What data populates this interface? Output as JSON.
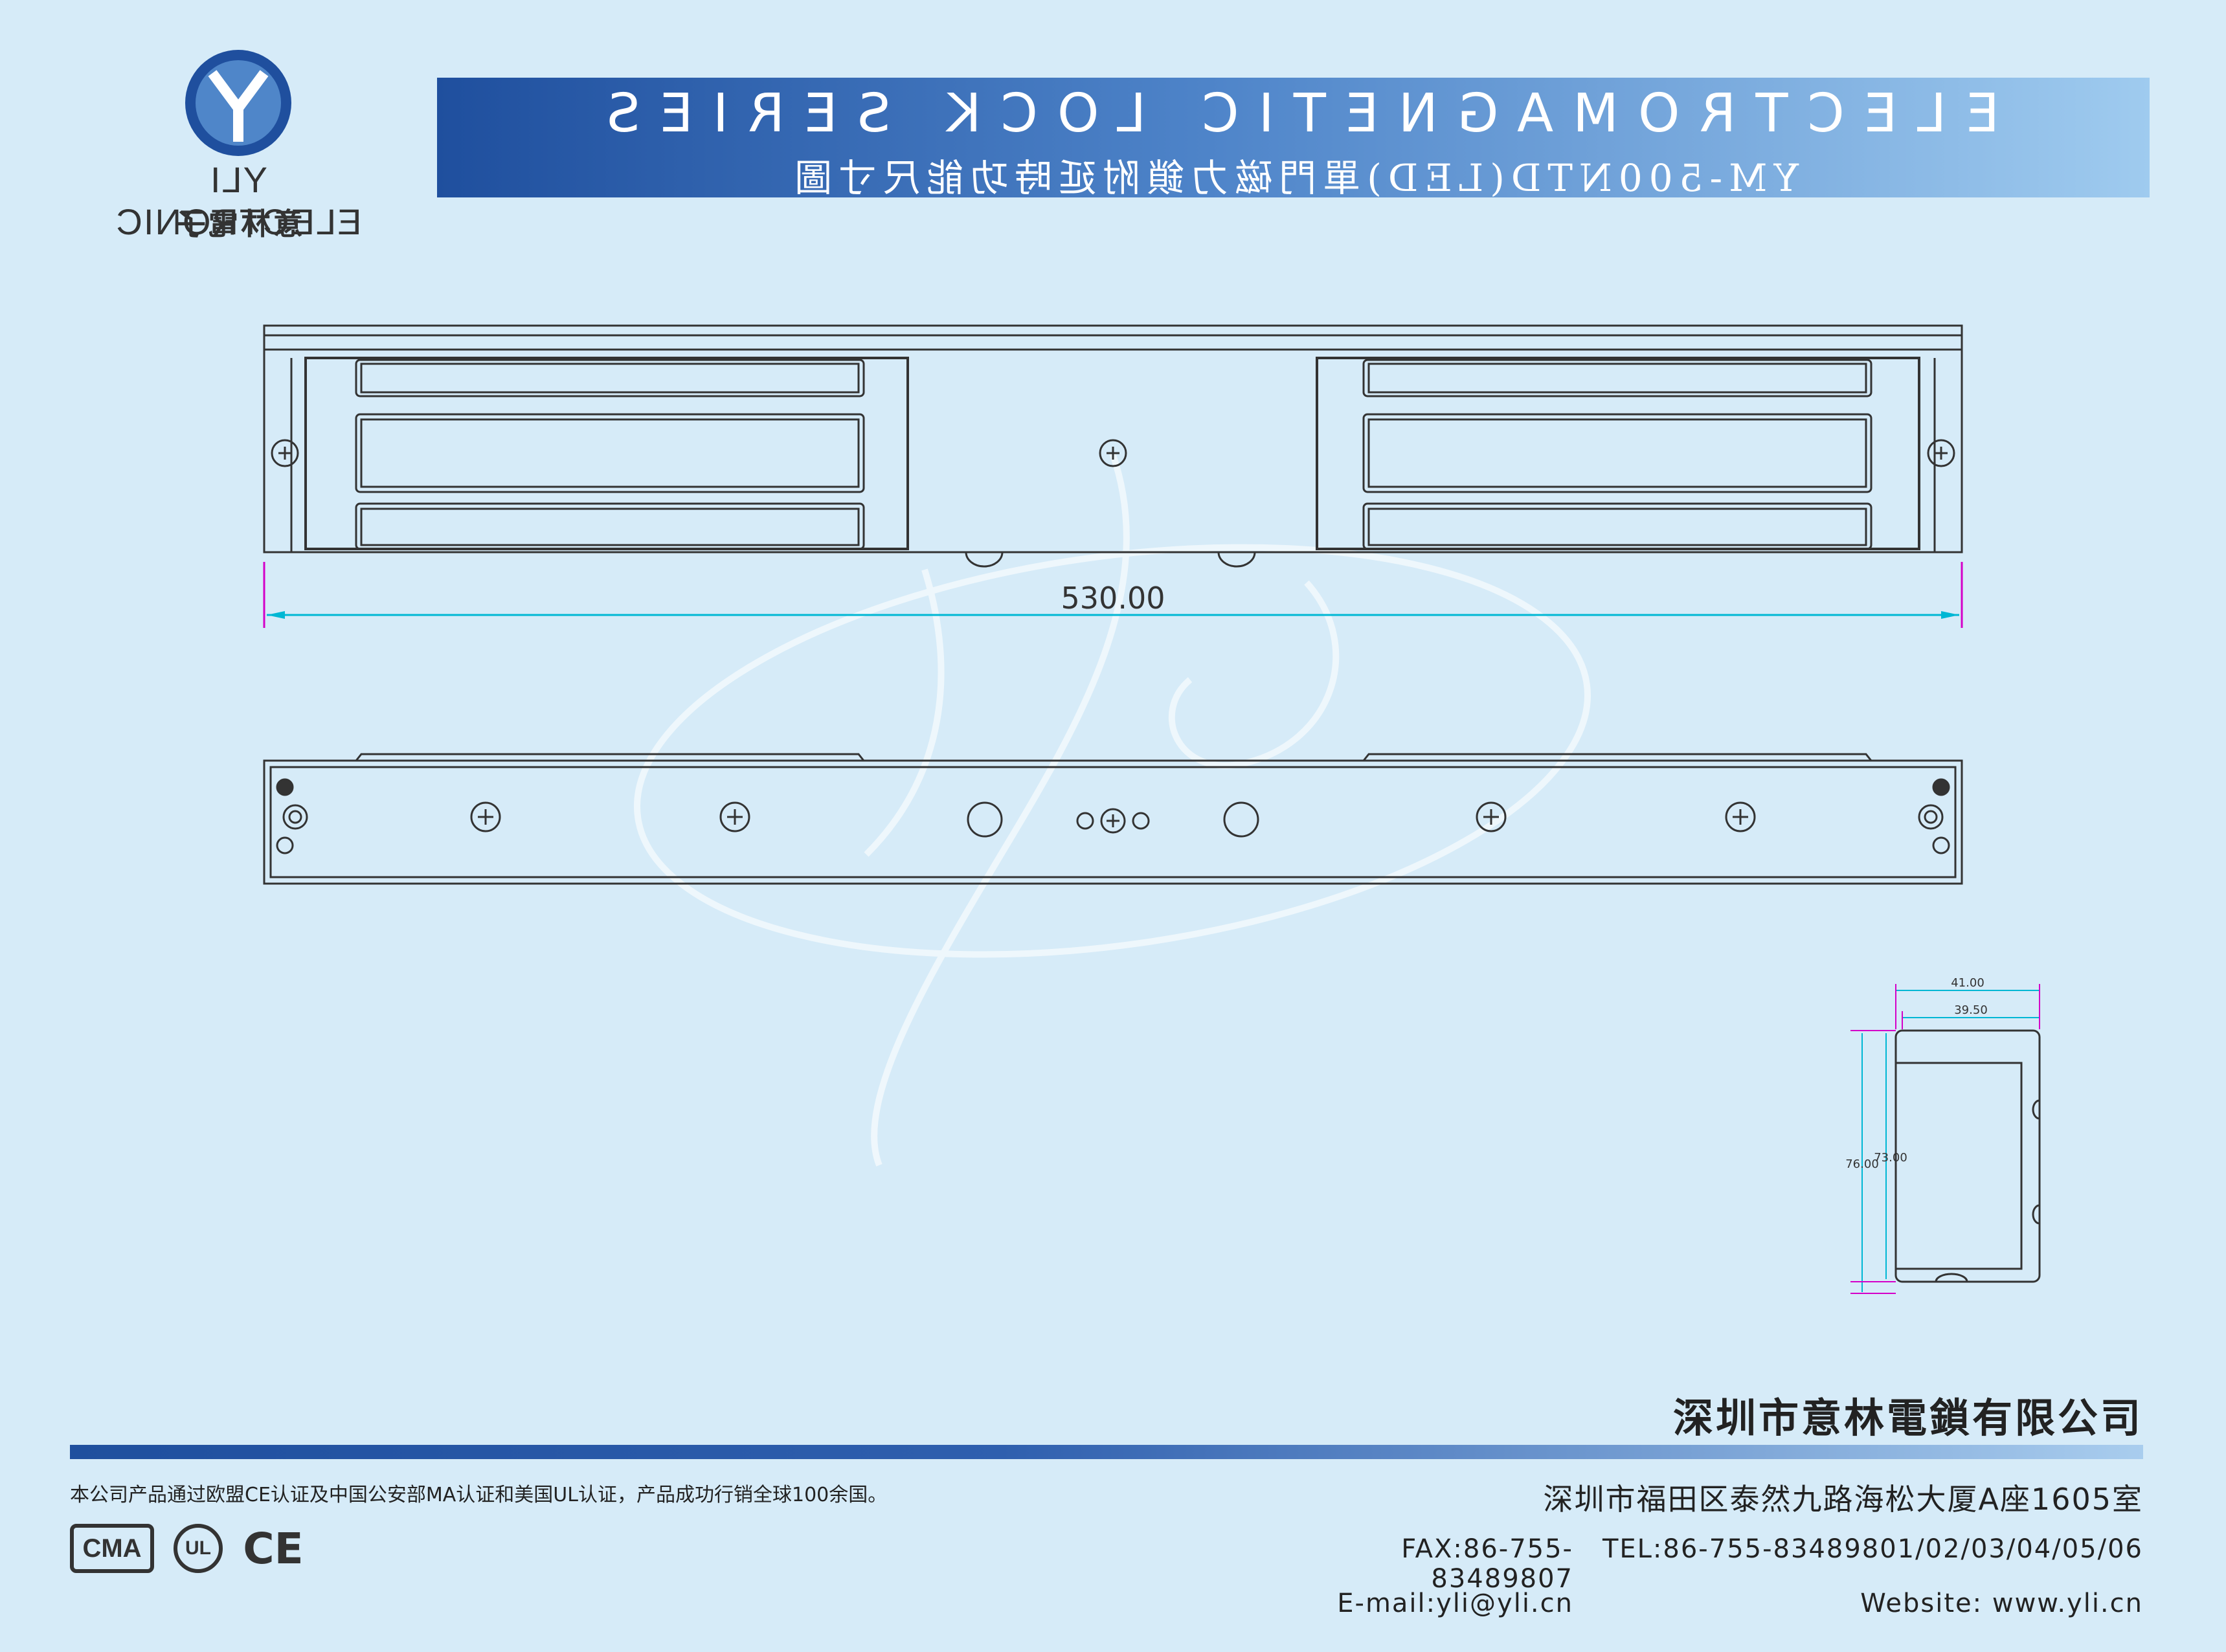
{
  "header": {
    "series_title": "ELECTROMAGNETIC LOCK SERIES",
    "subtitle": "YM-500NTD(LED)單門磁力鎖附延時功能尺寸圖"
  },
  "logo": {
    "letters": "Y",
    "brand": "YLI ELECTRONIC",
    "brand_cn": "意林電子",
    "colors": {
      "outer": "#1f4f9e",
      "inner": "#4f86c9",
      "stroke": "#ffffff"
    }
  },
  "dimensions": {
    "length": "530.00",
    "width_outer": "41.00",
    "width_inner": "39.50",
    "height_inner": "73.00",
    "height_outer": "76.00"
  },
  "footer": {
    "company_name": "深圳市意林電鎖有限公司",
    "address": "深圳市福田区泰然九路海松大厦A座1605室",
    "certification_note": "本公司产品通过欧盟CE认证及中国公安部MA认证和美国UL认证，产品成功行销全球100余国。",
    "tel": "TEL:86-755-83489801/02/03/04/05/06",
    "fax": "FAX:86-755-83489807",
    "website": "Website: www.yli.cn",
    "email": "E-mail:yli@yli.cn",
    "marks": {
      "cma": "CMA",
      "ul": "UL",
      "ce": "CE"
    }
  },
  "colors": {
    "background": "#d6ebf8",
    "line": "#333333",
    "dimension": "#00b7d4",
    "extension": "#d400c8",
    "banner_dark": "#1f4f9e",
    "banner_light": "#9fcbef"
  }
}
